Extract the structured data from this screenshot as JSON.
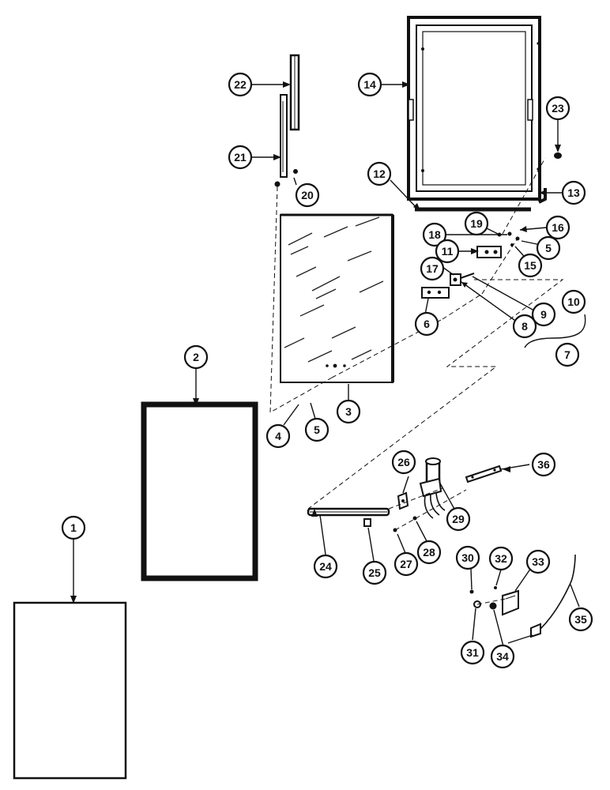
{
  "diagram": {
    "callouts": {
      "c1": "1",
      "c2": "2",
      "c3": "3",
      "c4": "4",
      "c5a": "5",
      "c5b": "5",
      "c6": "6",
      "c7": "7",
      "c8": "8",
      "c9": "9",
      "c10": "10",
      "c11": "11",
      "c12": "12",
      "c13": "13",
      "c14": "14",
      "c15": "15",
      "c16": "16",
      "c17": "17",
      "c18": "18",
      "c19": "19",
      "c20": "20",
      "c21": "21",
      "c22": "22",
      "c23": "23",
      "c24": "24",
      "c25": "25",
      "c26": "26",
      "c27": "27",
      "c28": "28",
      "c29": "29",
      "c30": "30",
      "c31": "31",
      "c32": "32",
      "c33": "33",
      "c34": "34",
      "c35": "35",
      "c36": "36"
    }
  }
}
